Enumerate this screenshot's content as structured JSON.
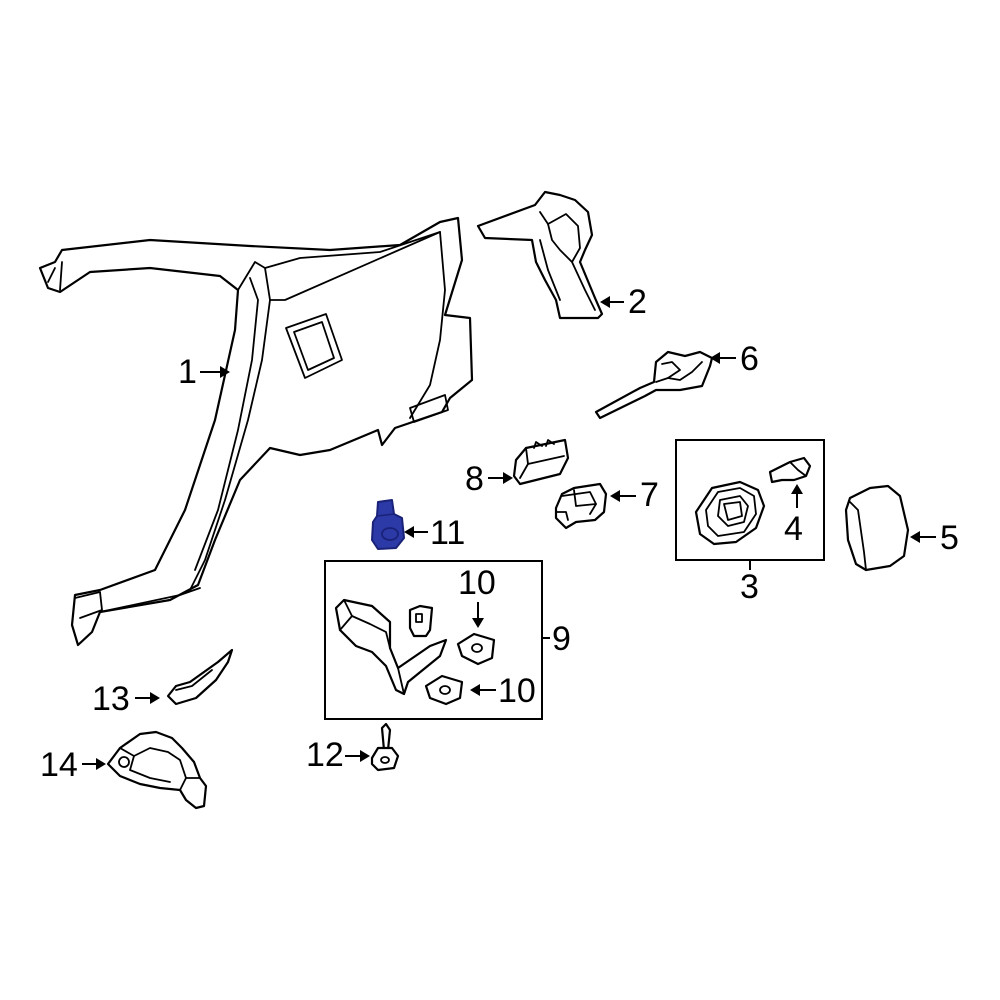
{
  "callouts": {
    "c1": "1",
    "c2": "2",
    "c3": "3",
    "c4": "4",
    "c5": "5",
    "c6": "6",
    "c7": "7",
    "c8": "8",
    "c9": "9",
    "c10a": "10",
    "c10b": "10",
    "c11": "11",
    "c12": "12",
    "c13": "13",
    "c14": "14"
  },
  "colors": {
    "line": "#000000",
    "background": "#ffffff",
    "highlight_fill": "#2c3aa8",
    "highlight_stroke": "#1a2278"
  },
  "highlighted_part": "11"
}
